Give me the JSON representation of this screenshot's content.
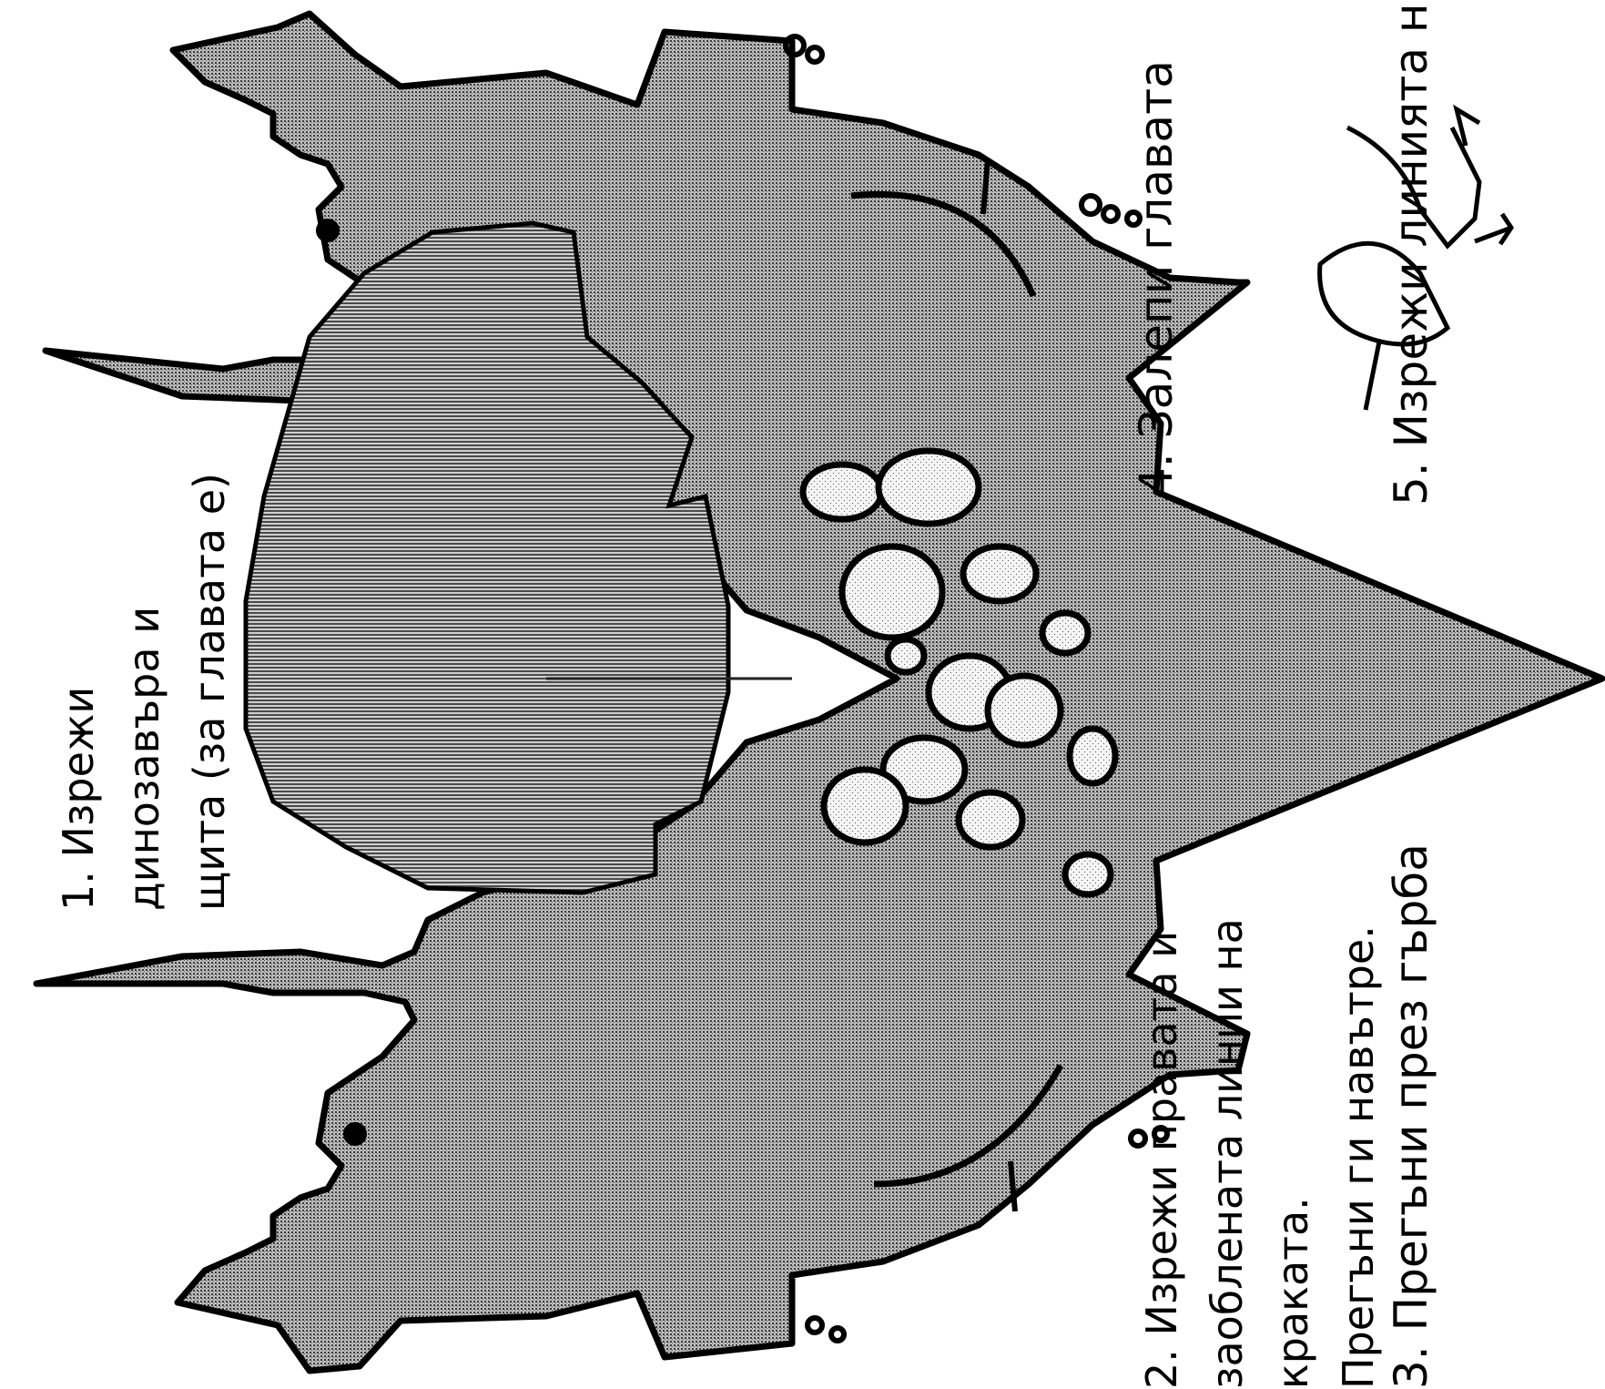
{
  "instructions": {
    "step1": [
      "1. Изрежи",
      "динозавъра и",
      "щита (за главата е)"
    ],
    "step2": [
      "2. Изрежи правата и",
      "заоблената линии на",
      "краката.",
      "Прегъни ги навътре."
    ],
    "step3": "3. Прегъни през гърба",
    "step4": "4. Залепи главата",
    "step5": "5. Изрежи линията н"
  },
  "colors": {
    "outline": "#000000",
    "body_fill": "#8f8f8f",
    "shield_fill": "#9a9a9a",
    "spot_fill": "#e6e6e6",
    "background": "#ffffff"
  }
}
